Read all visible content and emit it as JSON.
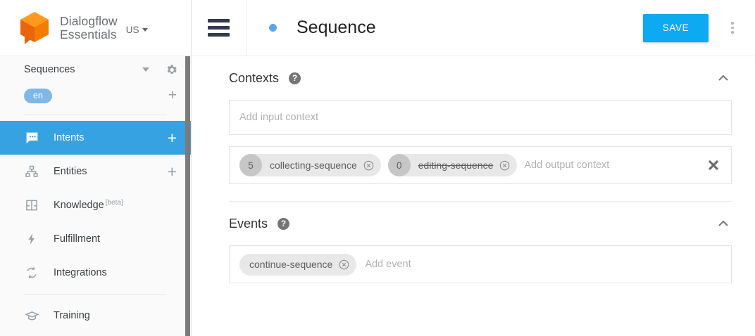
{
  "brand": {
    "product_line1": "Dialogflow",
    "product_line2": "Essentials",
    "region": "US",
    "logo_icon": "dialogflow-cube-logo"
  },
  "sidebar": {
    "agent": {
      "name": "Sequences",
      "caret_icon": "caret-down-icon",
      "settings_icon": "gear-icon"
    },
    "language": {
      "chip": "en",
      "add_icon": "plus-icon"
    },
    "items": [
      {
        "label": "Intents",
        "icon": "intents-chat-icon",
        "active": true,
        "has_plus": true,
        "badge": ""
      },
      {
        "label": "Entities",
        "icon": "entities-hierarchy-icon",
        "active": false,
        "has_plus": true,
        "badge": ""
      },
      {
        "label": "Knowledge",
        "icon": "knowledge-book-icon",
        "active": false,
        "has_plus": false,
        "badge": "[beta]"
      },
      {
        "label": "Fulfillment",
        "icon": "fulfillment-bolt-icon",
        "active": false,
        "has_plus": false,
        "badge": ""
      },
      {
        "label": "Integrations",
        "icon": "integrations-refresh-icon",
        "active": false,
        "has_plus": false,
        "badge": ""
      },
      {
        "label": "Training",
        "icon": "training-graduation-cap-icon",
        "active": false,
        "has_plus": false,
        "badge": ""
      }
    ],
    "scrollbar": {
      "orientation": "vertical"
    }
  },
  "topbar": {
    "menu_icon": "hamburger-menu-icon",
    "status_dot": "blue-status-dot",
    "title": "Sequence",
    "save_label": "SAVE",
    "more_icon": "kebab-more-icon"
  },
  "contexts": {
    "title": "Contexts",
    "help_icon": "help-question-icon",
    "collapse_icon": "chevron-up-icon",
    "input": {
      "placeholder": "Add input context",
      "chips": []
    },
    "output": {
      "placeholder": "Add output context",
      "clear_icon": "close-x-icon",
      "chips": [
        {
          "count": "5",
          "name": "collecting-sequence",
          "struck": false,
          "remove_icon": "remove-circle-icon"
        },
        {
          "count": "0",
          "name": "editing-sequence",
          "struck": true,
          "remove_icon": "remove-circle-icon"
        }
      ]
    }
  },
  "events": {
    "title": "Events",
    "help_icon": "help-question-icon",
    "collapse_icon": "chevron-up-icon",
    "placeholder": "Add event",
    "chips": [
      {
        "name": "continue-sequence",
        "remove_icon": "remove-circle-icon"
      }
    ]
  },
  "colors": {
    "accent_blue": "#0DAAF2",
    "nav_active_blue": "#36A2E2",
    "lang_chip_blue": "#7fb8e6",
    "status_dot_blue": "#5BA7E5",
    "logo_orange": "#F57C00",
    "chip_gray": "#e8e8e8"
  }
}
